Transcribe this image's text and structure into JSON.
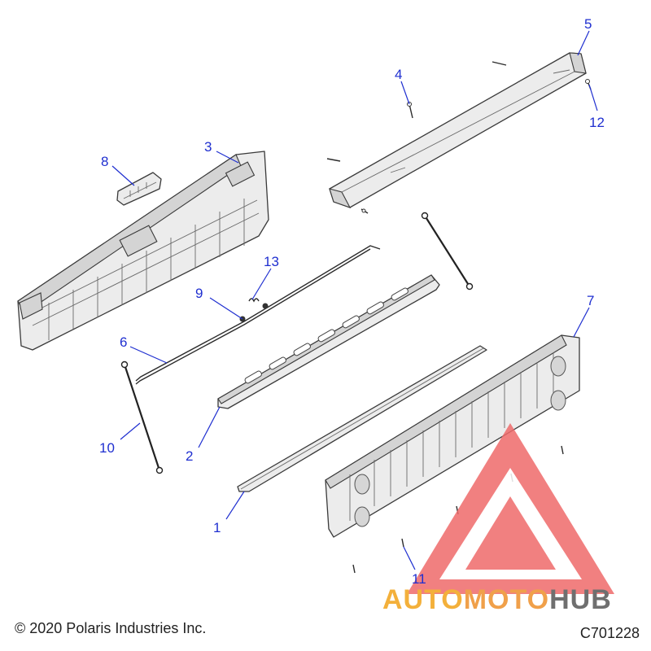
{
  "callouts": [
    {
      "id": "c1",
      "label": "1"
    },
    {
      "id": "c2",
      "label": "2"
    },
    {
      "id": "c3",
      "label": "3"
    },
    {
      "id": "c4",
      "label": "4"
    },
    {
      "id": "c5",
      "label": "5"
    },
    {
      "id": "c6",
      "label": "6"
    },
    {
      "id": "c7",
      "label": "7"
    },
    {
      "id": "c8",
      "label": "8"
    },
    {
      "id": "c9",
      "label": "9"
    },
    {
      "id": "c10",
      "label": "10"
    },
    {
      "id": "c11",
      "label": "11"
    },
    {
      "id": "c12",
      "label": "12"
    },
    {
      "id": "c13",
      "label": "13"
    }
  ],
  "footer": {
    "copyright": "© 2020 Polaris Industries Inc.",
    "code": "C701228"
  },
  "watermark": {
    "part1": "AUTO",
    "part2": "MOTO",
    "part3": "HUB",
    "colors": {
      "auto": "#f3b03b",
      "moto": "#f0a04a",
      "hub": "#6f6f6f",
      "logo": "#ef6b6b"
    }
  },
  "colors": {
    "callout": "#1f2fd0",
    "outline": "#3a3a3a",
    "fill": "#ececec"
  }
}
